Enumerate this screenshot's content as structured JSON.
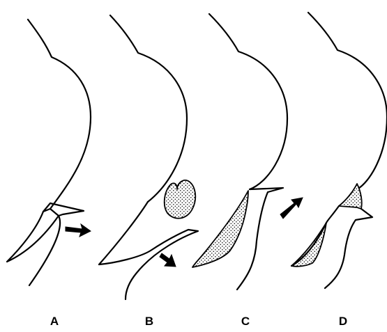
{
  "panels": [
    {
      "label": "A"
    },
    {
      "label": "B"
    },
    {
      "label": "C"
    },
    {
      "label": "D"
    }
  ],
  "colors": {
    "ink": "#000000",
    "background": "#ffffff"
  }
}
